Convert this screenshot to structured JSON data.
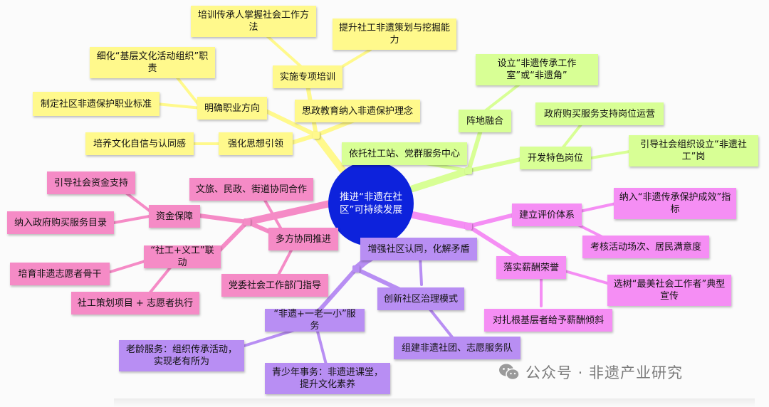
{
  "center": {
    "title": "推进“非遗在社区”可持续发展"
  },
  "colors": {
    "center": "#0d22dc",
    "yellow": "#fff98c",
    "green": "#d8ff95",
    "pink": "#f58bc6",
    "magenta": "#f58ef4",
    "purple": "#b88ef3"
  },
  "branches": {
    "yellow": {
      "sub_thought": "强化思想引领",
      "sub_career": "明确职业方向",
      "sub_training": "实施专项培训",
      "sub_education": "思政教育纳入非遗保护理念",
      "leaf_confidence": "培养文化自信与认同感",
      "leaf_standard": "制定社区非遗保护职业标准",
      "leaf_refine": "细化“基层文化活动组织”职责",
      "leaf_method": "培训传承人掌握社会工作方法",
      "leaf_ability": "提升社工非遗策划与挖掘能力"
    },
    "green": {
      "sub_base": "阵地融合",
      "sub_post": "开发特色岗位",
      "leaf_station": "依托社工站、党群服务中心",
      "leaf_studio": "设立“非遗传承工作室”或“非遗角”",
      "leaf_purchase": "政府购买服务支持岗位运营",
      "leaf_guide": "引导社会组织设立“非遗社工”岗"
    },
    "pink": {
      "sub_fund": "资金保障",
      "sub_coop": "多方协同推进",
      "sub_link": "“社工+义工”联动",
      "leaf_capital": "引导社会资金支持",
      "leaf_catalog": "纳入政府购买服务目录",
      "leaf_departments": "文旅、民政、街道协同合作",
      "leaf_party": "党委社会工作部门指导",
      "leaf_volunteer": "培育非遗志愿者骨干",
      "leaf_project": "社工策划项目 + 志愿者执行"
    },
    "magenta": {
      "sub_eval": "建立评价体系",
      "sub_reward": "落实薪酬荣誉",
      "leaf_index": "纳入“非遗传承保护成效”指标",
      "leaf_assess": "考核活动场次、居民满意度",
      "leaf_model": "选树“最美社会工作者”典型宣传",
      "leaf_salary": "对扎根基层者给予薪酬倾斜"
    },
    "purple": {
      "sub_service": "“非遗+一老一小”服务",
      "sub_identity": "增强社区认同，化解矛盾",
      "sub_govern": "创新社区治理模式",
      "leaf_elder": "老龄服务：组织传承活动，实现老有所为",
      "leaf_youth": "青少年事务：非遗进课堂，提升文化素养",
      "leaf_team": "组建非遗社团、志愿服务队"
    }
  },
  "watermark": {
    "text": "公众号 · 非遗产业研究",
    "icon": "wechat-icon"
  }
}
